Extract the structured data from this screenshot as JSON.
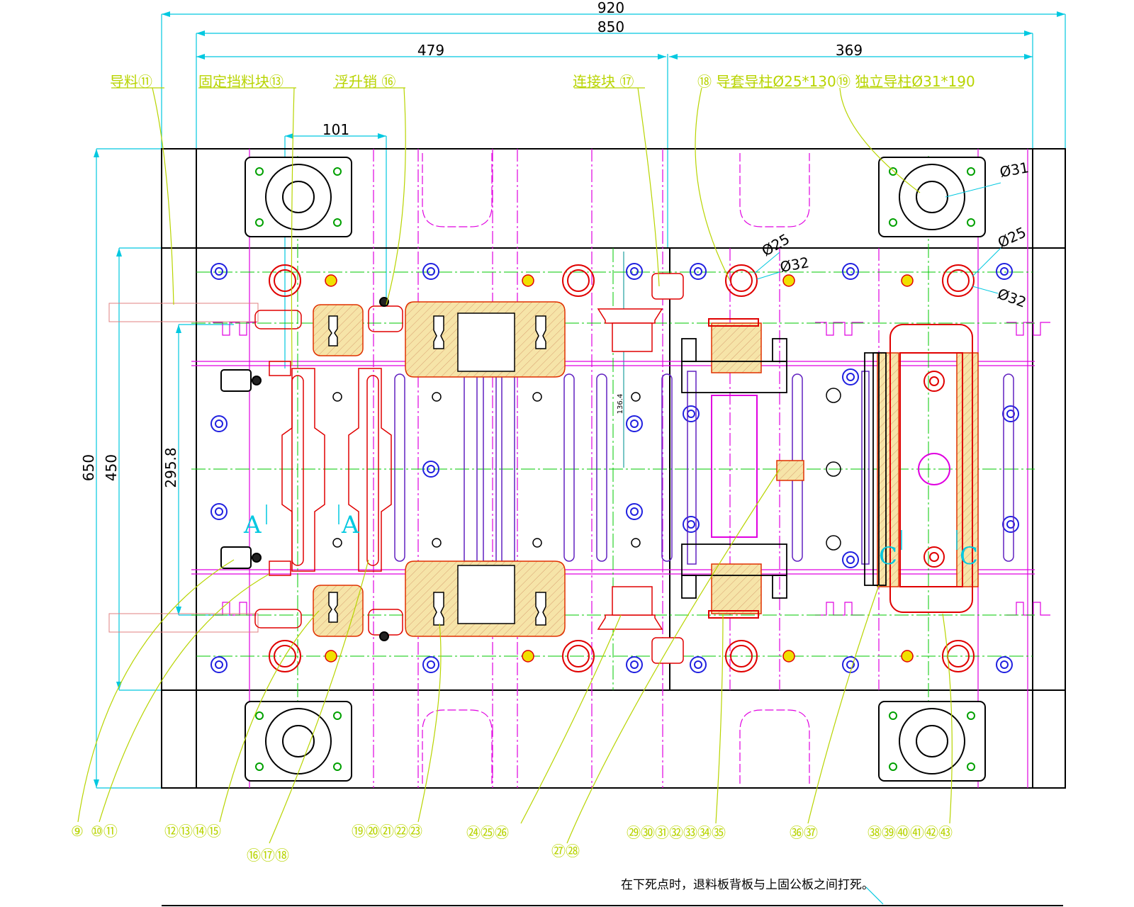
{
  "dims": {
    "d920": "920",
    "d850": "850",
    "d479": "479",
    "d369": "369",
    "d101": "101",
    "d650": "650",
    "d450": "450",
    "d2958": "295.8",
    "d1364": "136.4",
    "phi31": "Ø31",
    "phi25a": "Ø25",
    "phi32a": "Ø32",
    "phi25b": "Ø25",
    "phi32b": "Ø32"
  },
  "labels": {
    "guide": "导料⑪",
    "fixed_stop": "固定挡料块⑬",
    "lift_pin": "浮升销 ⑯",
    "connector": "连接块 ⑰",
    "guide_bush": "⑱  导套导柱Ø25*130",
    "indep_post": "⑲  独立导柱Ø31*190"
  },
  "sections": {
    "a1": "A",
    "a2": "A",
    "c1": "C",
    "c2": "C"
  },
  "callouts": {
    "c1": "⑨",
    "c2": "⑩⑪",
    "c3": "⑫⑬⑭⑮",
    "c4": "⑯⑰⑱",
    "c5": "⑲⑳㉑㉒㉓",
    "c6": "㉔㉕㉖",
    "c7": "㉗㉘",
    "c8": "㉙㉚㉛㉜㉝㉞㉟",
    "c9": "㊱㊲",
    "c10": "㊳㊴㊵㊶㊷㊸"
  },
  "note": "在下死点时，退料板背板与上固公板之间打死。",
  "colors": {
    "outline": "#000000",
    "magenta": "#e000e0",
    "green": "#00c800",
    "cyan": "#00c8e0",
    "red": "#e00000",
    "blue": "#2020e0",
    "yellow": "#b8d400",
    "fill": "#f4e0a0"
  }
}
